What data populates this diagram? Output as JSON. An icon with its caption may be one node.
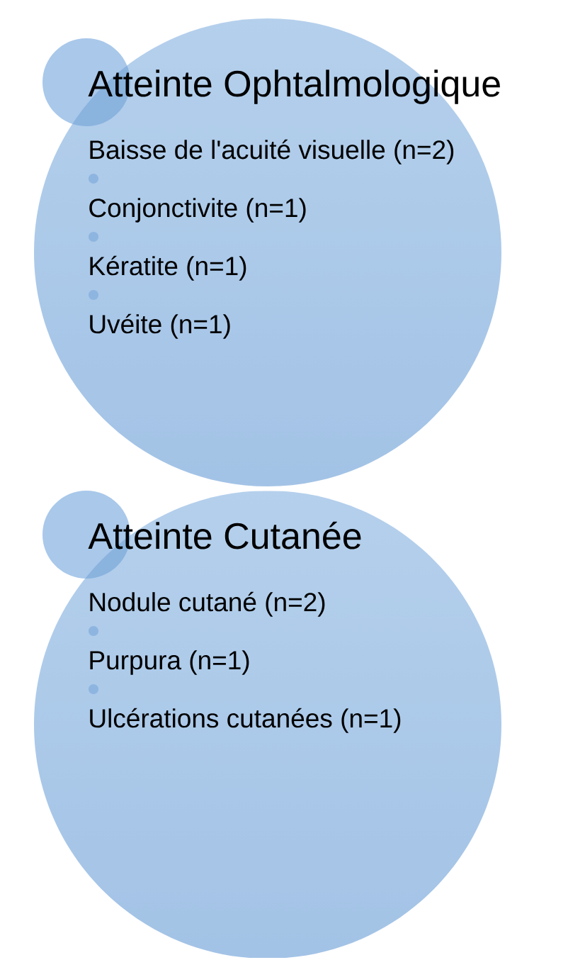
{
  "diagram": {
    "nodes": [
      {
        "text": [],
        "shape": "circle"
      },
      {
        "text": [
          "Atteinte Ophtalmologique",
          "Baisse de l'acuité visuelle (n=2)",
          "Conjonctivite (n=1)",
          "Kératite (n=1)",
          "Uvéite (n=1)"
        ]
      },
      {
        "text": [],
        "shape": "circle"
      },
      {
        "text": [
          "Atteinte Cutanée",
          "Nodule cutané (n=2)",
          "Purpura (n=1)",
          "Ulcérations cutanées (n=1)"
        ]
      }
    ]
  }
}
